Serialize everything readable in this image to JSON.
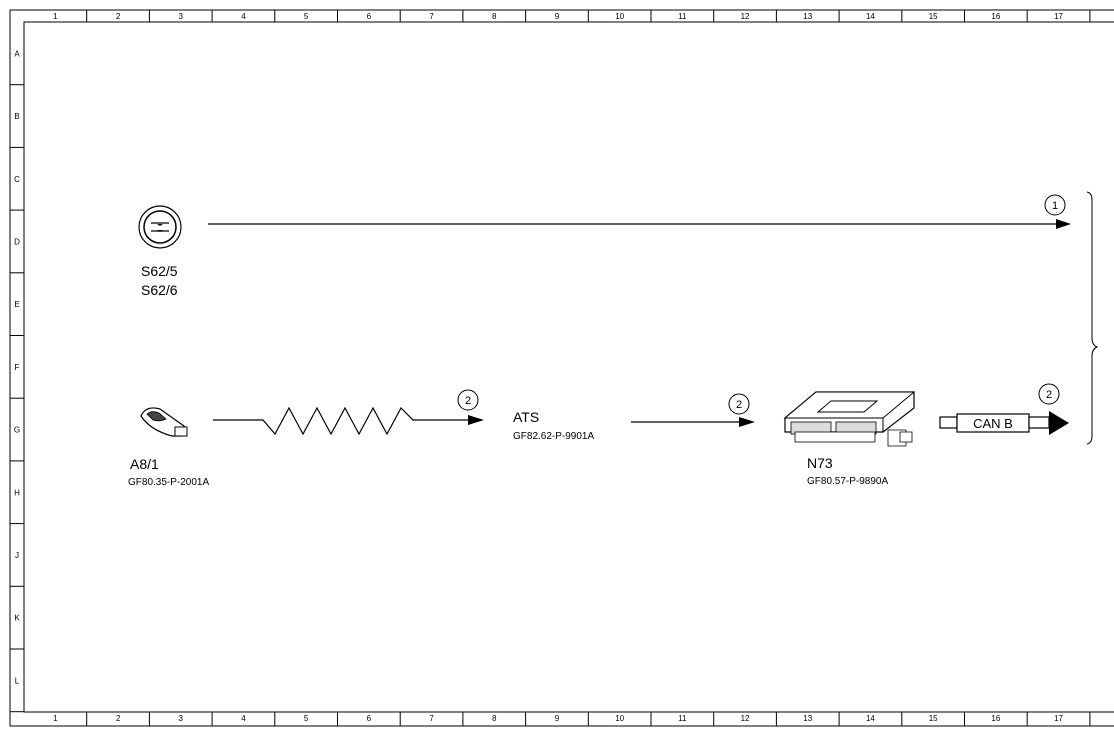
{
  "frame": {
    "columns": [
      "1",
      "2",
      "3",
      "4",
      "5",
      "6",
      "7",
      "8",
      "9",
      "10",
      "11",
      "12",
      "13",
      "14",
      "15",
      "16",
      "17"
    ],
    "rows": [
      "A",
      "B",
      "C",
      "D",
      "E",
      "F",
      "G",
      "H",
      "J",
      "K",
      "L"
    ]
  },
  "components": {
    "switch": {
      "labels": [
        "S62/5",
        "S62/6"
      ],
      "icon": "round-switch-icon"
    },
    "key": {
      "label": "A8/1",
      "ref": "GF80.35-P-2001A",
      "icon": "key-fob-icon"
    },
    "ats": {
      "label": "ATS",
      "ref": "GF82.62-P-9901A"
    },
    "module": {
      "label": "N73",
      "ref": "GF80.57-P-9890A",
      "icon": "control-unit-icon"
    }
  },
  "signals": {
    "marker_1": "1",
    "marker_2a": "2",
    "marker_2b": "2",
    "marker_2c": "2"
  },
  "bus": {
    "label": "CAN B"
  }
}
